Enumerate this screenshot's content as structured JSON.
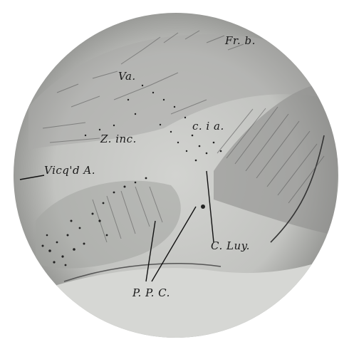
{
  "labels": {
    "fr_b": "Fr. b.",
    "va": "Va.",
    "z_inc": "Z. inc.",
    "c_ia": "c. i a.",
    "vicq_d_a": "Vicq'd A.",
    "c_luy": "C. Luy.",
    "ppc": "P. P. C."
  },
  "colors": {
    "background": "#ffffff",
    "field": "#c9cac7",
    "ink": "#1a1a1a"
  }
}
